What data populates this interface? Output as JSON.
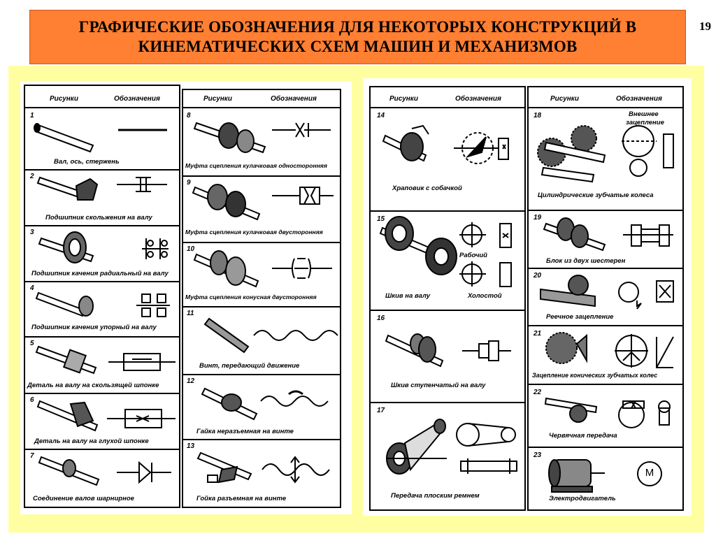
{
  "title": {
    "line1": "ГРАФИЧЕСКИЕ ОБОЗНАЧЕНИЯ ДЛЯ НЕКОТОРЫХ КОНСТРУКЦИЙ В",
    "line2": "КИНЕМАТИЧЕСКИХ СХЕМ МАШИН И МЕХАНИЗМОВ"
  },
  "page_number": "19",
  "headers": {
    "pictures": "Рисунки",
    "symbols": "Обозначения"
  },
  "items": [
    {
      "n": "1",
      "label": "Вал, ось, стержень"
    },
    {
      "n": "2",
      "label": "Подшипник скольжения на валу"
    },
    {
      "n": "3",
      "label": "Подшипник качения радиальный на валу"
    },
    {
      "n": "4",
      "label": "Подшипник качения упорный на валу"
    },
    {
      "n": "5",
      "label": "Деталь на валу на скользящей шпонке"
    },
    {
      "n": "6",
      "label": "Деталь на валу на глухой шпонке"
    },
    {
      "n": "7",
      "label": "Соединение валов шарнирное"
    },
    {
      "n": "8",
      "label": "Муфта сцепления кулачковая односторонняя"
    },
    {
      "n": "9",
      "label": "Муфта сцепления кулачковая двусторонняя"
    },
    {
      "n": "10",
      "label": "Муфта сцепления конусная двусторонняя"
    },
    {
      "n": "11",
      "label": "Винт, передающий движение"
    },
    {
      "n": "12",
      "label": "Гайка неразъемная на винте"
    },
    {
      "n": "13",
      "label": "Гойка разъемная на винте"
    },
    {
      "n": "14",
      "label": "Храповик с собачкой"
    },
    {
      "n": "15",
      "label": "Шкив на валу"
    },
    {
      "n": "16",
      "label": "Шкив ступенчатый на валу"
    },
    {
      "n": "17",
      "label": "Передача плоским ремнем"
    },
    {
      "n": "18",
      "label": "Цилиндрические зубчатые колеса"
    },
    {
      "n": "19",
      "label": "Блок из двух шестерен"
    },
    {
      "n": "20",
      "label": "Реечное зацепление"
    },
    {
      "n": "21",
      "label": "Зацепление конических зубчатых колес"
    },
    {
      "n": "22",
      "label": "Червячная передача"
    },
    {
      "n": "23",
      "label": "Электродвигатель"
    }
  ],
  "notes": {
    "working": "Рабочий",
    "idle": "Холостой",
    "external_line1": "Внешнее",
    "external_line2": "зацепление",
    "motor_symbol": "М"
  }
}
